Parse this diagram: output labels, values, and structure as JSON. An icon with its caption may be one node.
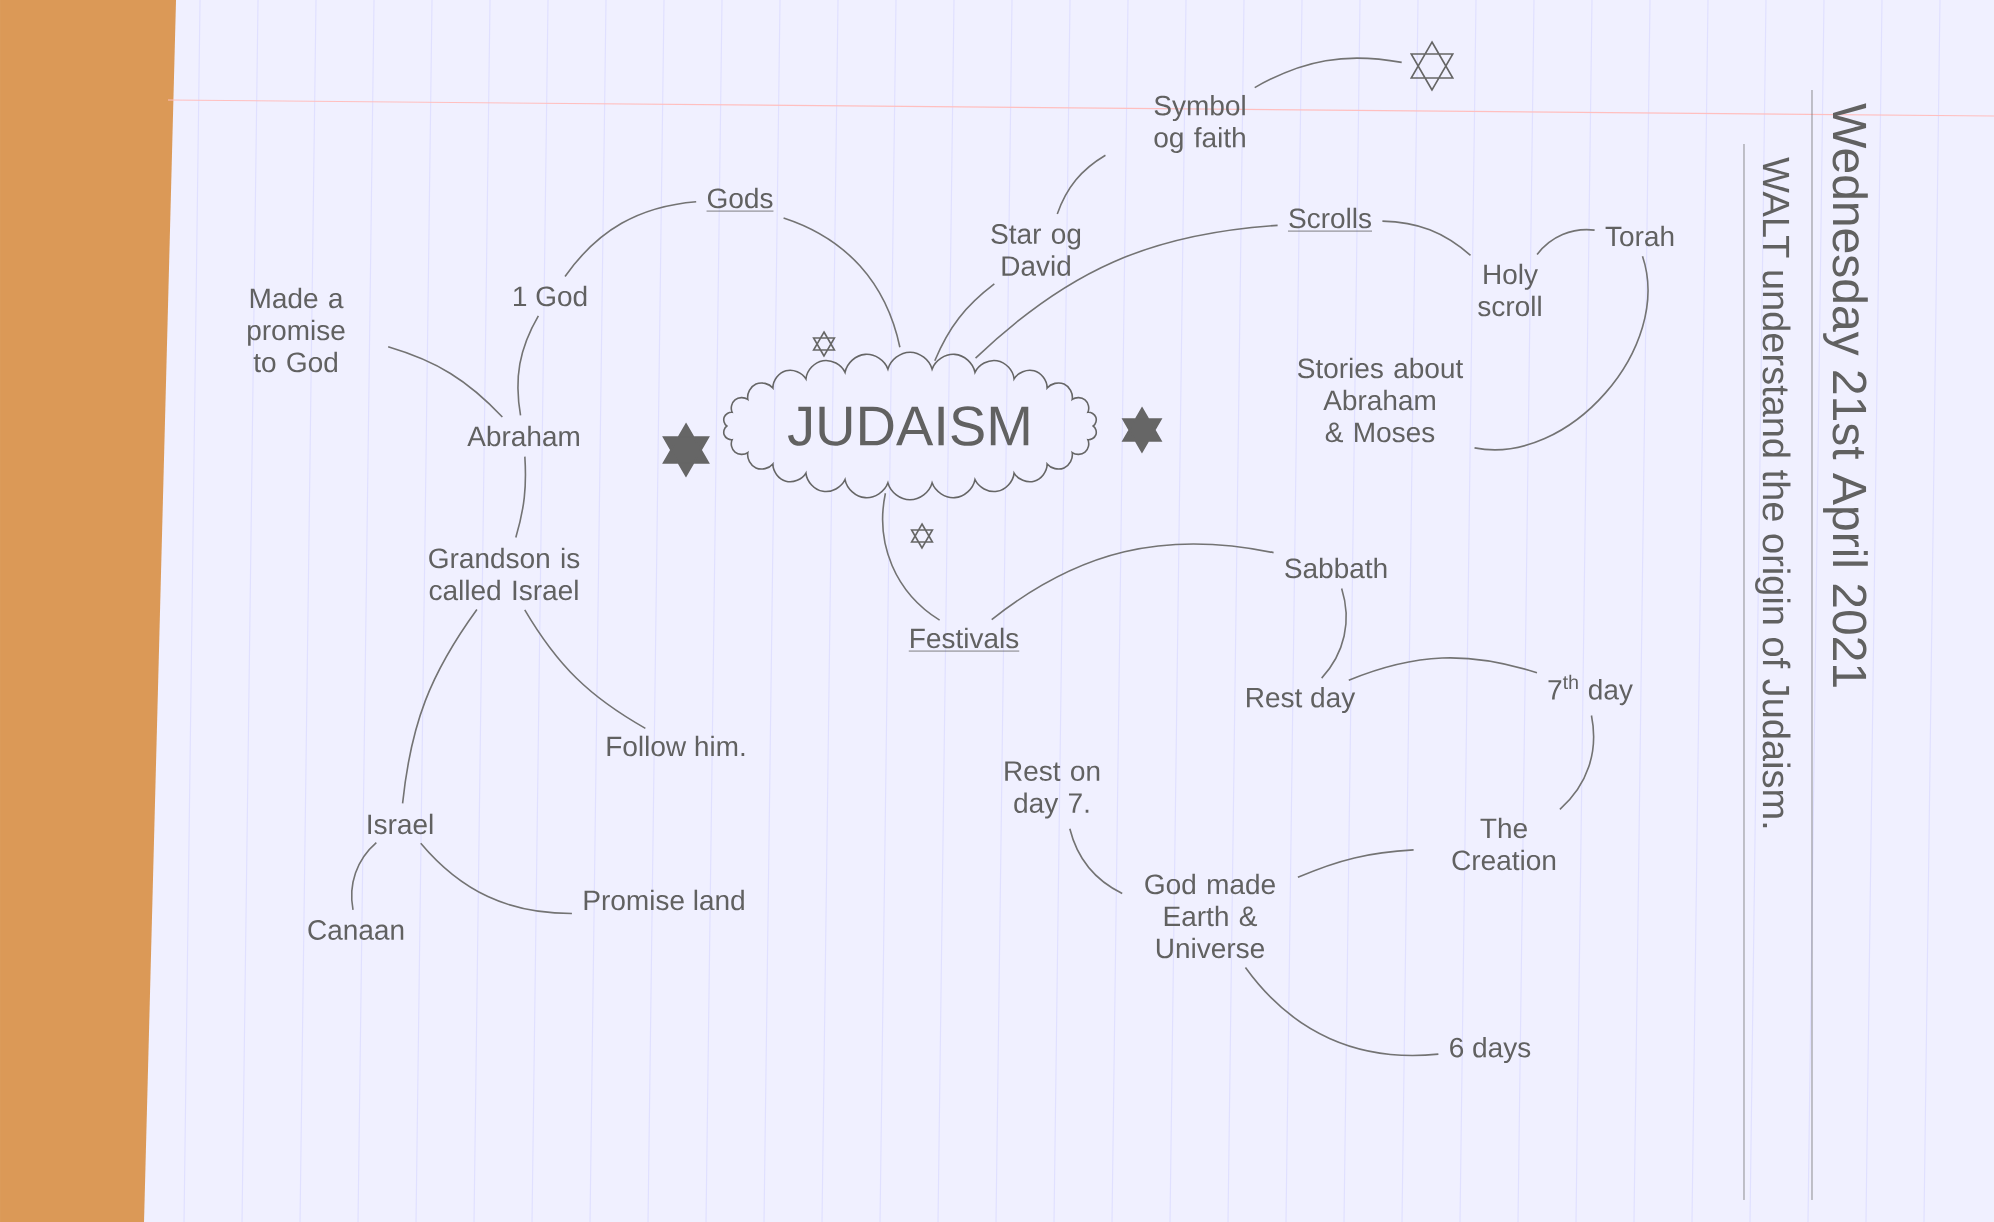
{
  "diagram": {
    "title": "Wednesday 21st April 2021",
    "nodes": [
      {
        "text": [
          "JUDAISM"
        ]
      },
      {
        "text": [
          "Gods"
        ]
      },
      {
        "text": [
          "1 God"
        ]
      },
      {
        "text": [
          "Abraham"
        ]
      },
      {
        "text": [
          "Made a promise to God"
        ]
      },
      {
        "text": [
          "Grandson is called Israel"
        ]
      },
      {
        "text": [
          "Follow him."
        ]
      },
      {
        "text": [
          "Israel"
        ]
      },
      {
        "text": [
          "Promise land"
        ]
      },
      {
        "text": [
          "Canaan"
        ]
      },
      {
        "text": [
          "Star og David"
        ]
      },
      {
        "text": [
          "Symbol og faith"
        ]
      },
      {
        "text": [],
        "shape": "star"
      },
      {
        "text": [
          "Scrolls"
        ]
      },
      {
        "text": [
          "Holy scroll"
        ]
      },
      {
        "text": [
          "Torah"
        ]
      },
      {
        "text": [
          "Stories about Abraham & Moses"
        ]
      },
      {
        "text": [
          "Festivals"
        ]
      },
      {
        "text": [
          "Sabbath"
        ]
      },
      {
        "text": [
          "Rest day"
        ]
      },
      {
        "text": [
          "7$^{th}$ day"
        ]
      },
      {
        "text": [
          "The Creation"
        ]
      },
      {
        "text": [
          "God made Earth & Universe"
        ]
      },
      {
        "text": [
          "Rest on day 7."
        ]
      },
      {
        "text": [
          "6 days"
        ]
      }
    ],
    "edges": [
      {
        "from": 0,
        "to": 1,
        "arrow": "none"
      },
      {
        "from": 1,
        "to": 2,
        "arrow": "none"
      },
      {
        "from": 2,
        "to": 3,
        "arrow": "none"
      },
      {
        "from": 3,
        "to": 4,
        "arrow": "none"
      },
      {
        "from": 3,
        "to": 5,
        "arrow": "none"
      },
      {
        "from": 5,
        "to": 6,
        "arrow": "none"
      },
      {
        "from": 5,
        "to": 7,
        "arrow": "none"
      },
      {
        "from": 7,
        "to": 8,
        "arrow": "none"
      },
      {
        "from": 7,
        "to": 9,
        "arrow": "none"
      },
      {
        "from": 0,
        "to": 10,
        "arrow": "none"
      },
      {
        "from": 10,
        "to": 11,
        "arrow": "none"
      },
      {
        "from": 11,
        "to": 12,
        "arrow": "none"
      },
      {
        "from": 0,
        "to": 13,
        "arrow": "none"
      },
      {
        "from": 13,
        "to": 14,
        "arrow": "none"
      },
      {
        "from": 14,
        "to": 15,
        "arrow": "none"
      },
      {
        "from": 15,
        "to": 16,
        "arrow": "none"
      },
      {
        "from": 0,
        "to": 17,
        "arrow": "none"
      },
      {
        "from": 17,
        "to": 18,
        "arrow": "none"
      },
      {
        "from": 18,
        "to": 19,
        "arrow": "none"
      },
      {
        "from": 19,
        "to": 20,
        "arrow": "none"
      },
      {
        "from": 20,
        "to": 21,
        "arrow": "none"
      },
      {
        "from": 21,
        "to": 22,
        "arrow": "none"
      },
      {
        "from": 22,
        "to": 23,
        "arrow": "none"
      },
      {
        "from": 22,
        "to": 24,
        "arrow": "none"
      }
    ],
    "labels": [
      "WALT understand the origin of Judaism."
    ]
  }
}
